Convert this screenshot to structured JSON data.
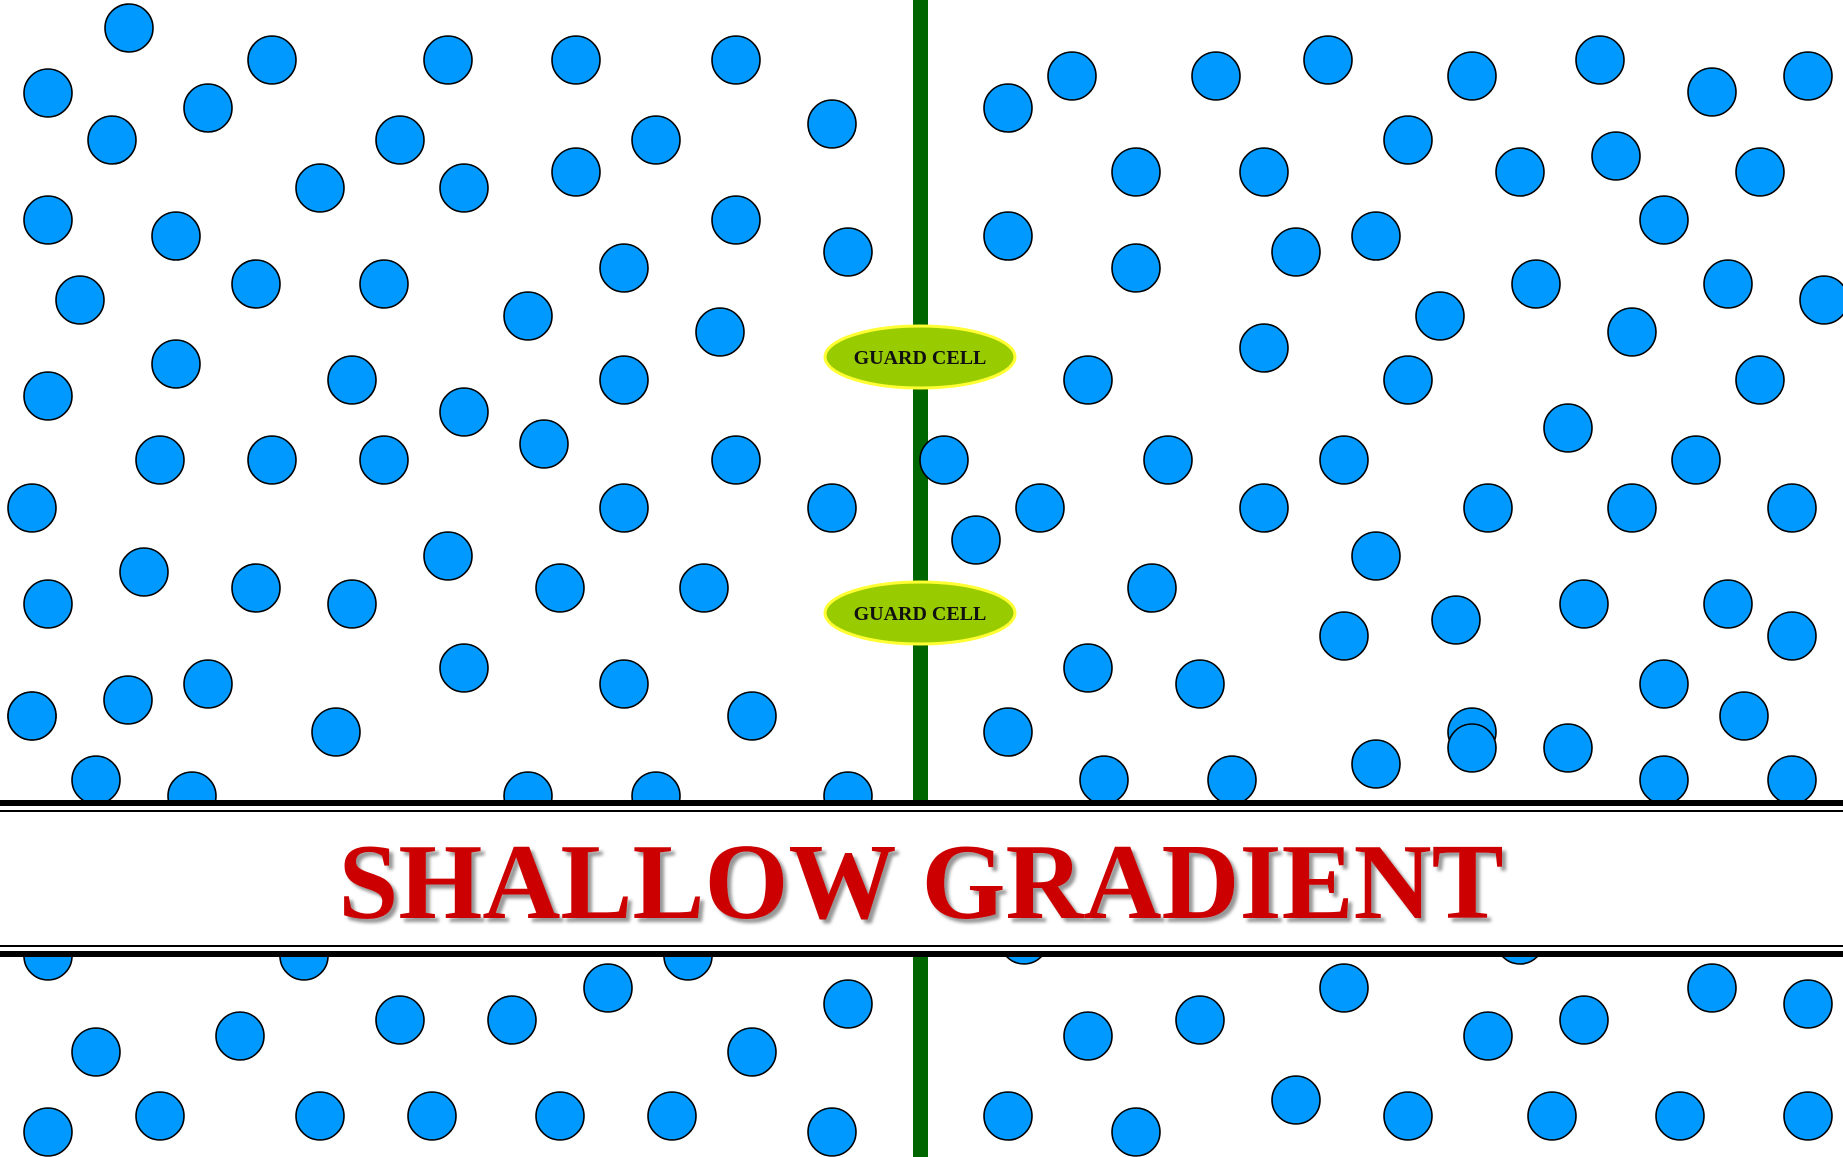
{
  "diagram": {
    "banner_title": "SHALLOW GRADIENT",
    "guard_cells": [
      {
        "label": "GUARD CELL"
      },
      {
        "label": "GUARD CELL"
      }
    ],
    "colors": {
      "molecule_fill": "#0099ff",
      "molecule_stroke": "#000000",
      "membrane": "#006600",
      "guard_cell_fill": "#99cc00",
      "guard_cell_outline": "#ffff33",
      "banner_text": "#cc0000",
      "banner_shadow": "#999999",
      "banner_border": "#000000",
      "background": "#ffffff"
    }
  }
}
